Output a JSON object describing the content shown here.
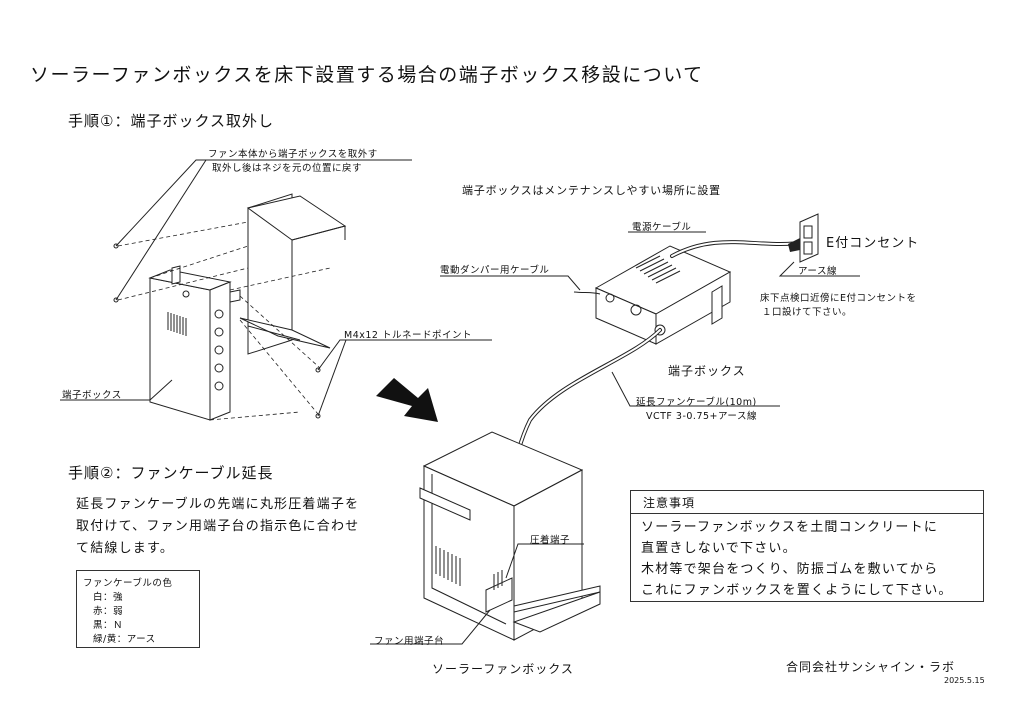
{
  "title": "ソーラーファンボックスを床下設置する場合の端子ボックス移設について",
  "step1": {
    "heading": "手順①：端子ボックス取外し",
    "note_line1": "ファン本体から端子ボックスを取外す",
    "note_line2": "取外し後はネジを元の位置に戻す",
    "screw_label": "M4x12 トルネードポイント",
    "terminal_box_label": "端子ボックス"
  },
  "install": {
    "heading": "端子ボックスはメンテナンスしやすい場所に設置",
    "power_cable": "電源ケーブル",
    "outlet_label": "E付コンセント",
    "earth_wire": "アース線",
    "outlet_note_line1": "床下点検口近傍にE付コンセントを",
    "outlet_note_line2": "１口設けて下さい。",
    "damper_cable": "電動ダンパー用ケーブル",
    "terminal_box": "端子ボックス",
    "ext_cable_line1": "延長ファンケーブル(10m)",
    "ext_cable_line2": "VCTF 3-0.75+アース線"
  },
  "step2": {
    "heading": "手順②：ファンケーブル延長",
    "text_line1": "延長ファンケーブルの先端に丸形圧着端子を",
    "text_line2": "取付けて、ファン用端子台の指示色に合わせ",
    "text_line3": "て結線します。",
    "crimp_label": "圧着端子",
    "fan_terminal_block": "ファン用端子台",
    "fan_box_label": "ソーラーファンボックス"
  },
  "color_table": {
    "heading": "ファンケーブルの色",
    "rows": [
      "白：強",
      "赤：弱",
      "黒：Ｎ",
      "緑/黄：アース"
    ]
  },
  "notice": {
    "heading": "注意事項",
    "line1": "ソーラーファンボックスを土間コンクリートに",
    "line2": "直置きしないで下さい。",
    "line3": "木材等で架台をつくり、防振ゴムを敷いてから",
    "line4": "これにファンボックスを置くようにして下さい。"
  },
  "footer": {
    "company": "合同会社サンシャイン・ラボ",
    "date": "2025.5.15"
  }
}
